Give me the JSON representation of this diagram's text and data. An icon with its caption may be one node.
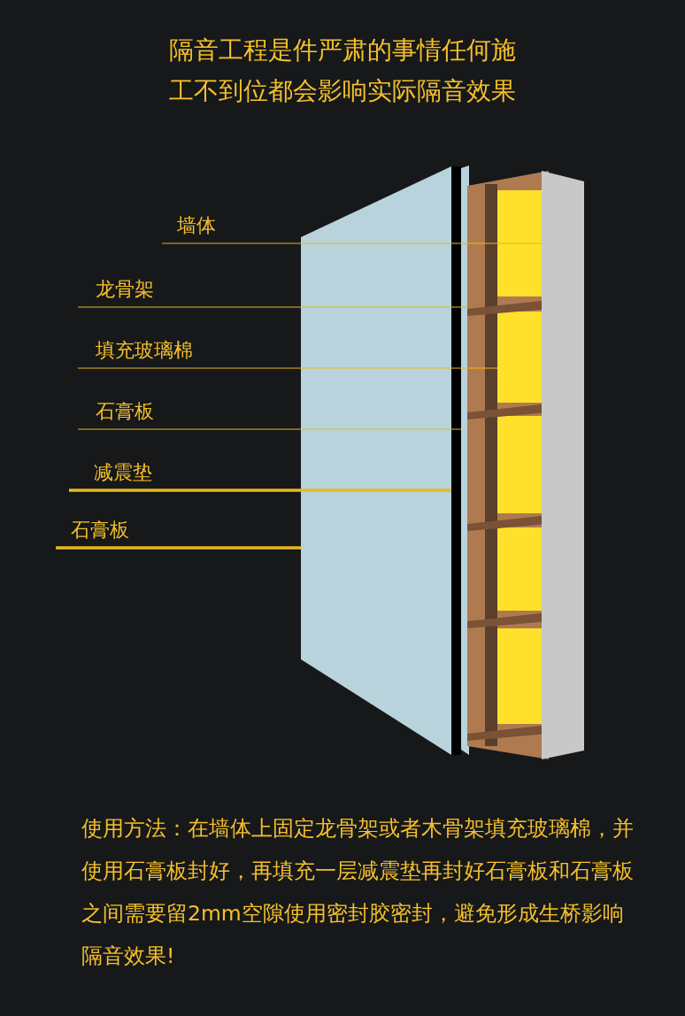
{
  "diagram": {
    "title": "隔音工程是件严肃的事情任何施工不到位都会影响实际隔音效果",
    "caption": "使用方法：在墙体上固定龙骨架或者木骨架填充玻璃棉，并使用石膏板封好，再填充一层减震垫再封好石膏板和石膏板之间需要留2mm空隙使用密封胶密封，避免形成生桥影响隔音效果!",
    "nodes": [
      {
        "text": [
          "墙体"
        ]
      },
      {
        "text": [
          "龙骨架"
        ]
      },
      {
        "text": [
          "填充玻璃棉"
        ]
      },
      {
        "text": [
          "石膏板"
        ]
      },
      {
        "text": [
          "减震垫"
        ]
      },
      {
        "text": [
          "石膏板"
        ]
      },
      {
        "text": [],
        "shape": "box"
      },
      {
        "text": [],
        "shape": "box"
      },
      {
        "text": [],
        "shape": "box"
      },
      {
        "text": [],
        "shape": "picture"
      },
      {
        "text": [],
        "shape": "picture",
        "in": 9
      },
      {
        "text": [],
        "shape": "box"
      }
    ],
    "edges": [
      {
        "from": 0,
        "to": 11,
        "arrow": "none"
      },
      {
        "from": 1,
        "to": 9,
        "arrow": "none"
      },
      {
        "from": 2,
        "to": 10,
        "arrow": "none"
      },
      {
        "from": 3,
        "to": 8,
        "arrow": "none"
      },
      {
        "from": 4,
        "to": 7,
        "arrow": "none",
        "style": "thick"
      },
      {
        "from": 5,
        "to": 6,
        "arrow": "none",
        "style": "thick"
      }
    ]
  }
}
